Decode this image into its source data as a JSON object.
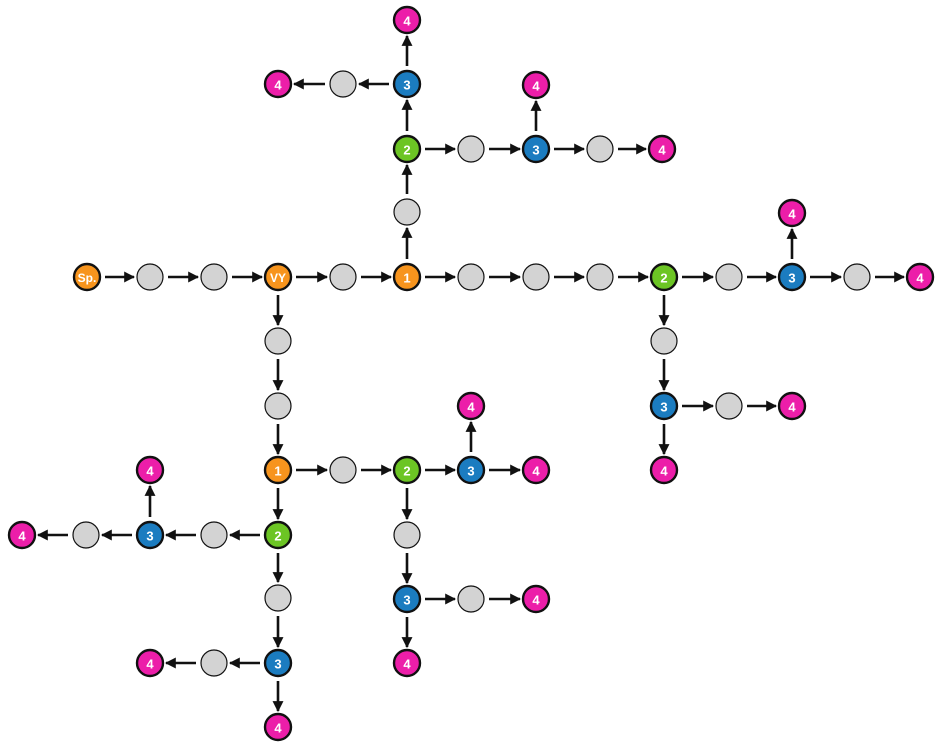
{
  "diagram": {
    "colors": {
      "Sp.": "#f7941d",
      "VY": "#f7941d",
      "1": "#f7941d",
      "2": "#6cc524",
      "3": "#1b7cc0",
      "4": "#ec1ea9",
      "blank": "#d3d3d3",
      "outline": "#111111",
      "arrow": "#111111"
    },
    "nodes": [
      {
        "id": "sp",
        "label": "Sp."
      },
      {
        "id": "a1",
        "label": ""
      },
      {
        "id": "a2",
        "label": ""
      },
      {
        "id": "vy",
        "label": "VY"
      },
      {
        "id": "a3",
        "label": ""
      },
      {
        "id": "n1",
        "label": "1"
      },
      {
        "id": "r1",
        "label": ""
      },
      {
        "id": "r2",
        "label": ""
      },
      {
        "id": "r3",
        "label": ""
      },
      {
        "id": "rn2",
        "label": "2"
      },
      {
        "id": "r4",
        "label": ""
      },
      {
        "id": "rn3",
        "label": "3"
      },
      {
        "id": "r5",
        "label": ""
      },
      {
        "id": "rn4a",
        "label": "4"
      },
      {
        "id": "rn4b",
        "label": "4"
      },
      {
        "id": "r6",
        "label": ""
      },
      {
        "id": "rn3b",
        "label": "3"
      },
      {
        "id": "r7",
        "label": ""
      },
      {
        "id": "rn4c",
        "label": "4"
      },
      {
        "id": "rn4d",
        "label": "4"
      },
      {
        "id": "u1",
        "label": ""
      },
      {
        "id": "un2",
        "label": "2"
      },
      {
        "id": "u2",
        "label": ""
      },
      {
        "id": "un3a",
        "label": "3"
      },
      {
        "id": "u3",
        "label": ""
      },
      {
        "id": "un4a",
        "label": "4"
      },
      {
        "id": "un4b",
        "label": "4"
      },
      {
        "id": "un3b",
        "label": "3"
      },
      {
        "id": "u4",
        "label": ""
      },
      {
        "id": "un4c",
        "label": "4"
      },
      {
        "id": "un4d",
        "label": "4"
      },
      {
        "id": "d1",
        "label": ""
      },
      {
        "id": "d2",
        "label": ""
      },
      {
        "id": "dn1",
        "label": "1"
      },
      {
        "id": "d3",
        "label": ""
      },
      {
        "id": "dn2a",
        "label": "2"
      },
      {
        "id": "dn3a",
        "label": "3"
      },
      {
        "id": "dn4a",
        "label": "4"
      },
      {
        "id": "dn4b",
        "label": "4"
      },
      {
        "id": "d4",
        "label": ""
      },
      {
        "id": "dn3b",
        "label": "3"
      },
      {
        "id": "d5",
        "label": ""
      },
      {
        "id": "dn4c",
        "label": "4"
      },
      {
        "id": "dn4d",
        "label": "4"
      },
      {
        "id": "dn2b",
        "label": "2"
      },
      {
        "id": "d6",
        "label": ""
      },
      {
        "id": "dn3c",
        "label": "3"
      },
      {
        "id": "d7",
        "label": ""
      },
      {
        "id": "dn4e",
        "label": "4"
      },
      {
        "id": "dn4f",
        "label": "4"
      },
      {
        "id": "d8",
        "label": ""
      },
      {
        "id": "dn3d",
        "label": "3"
      },
      {
        "id": "d9",
        "label": ""
      },
      {
        "id": "dn4g",
        "label": "4"
      },
      {
        "id": "dn4h",
        "label": "4"
      }
    ],
    "edges": [
      [
        "sp",
        "a1"
      ],
      [
        "a1",
        "a2"
      ],
      [
        "a2",
        "vy"
      ],
      [
        "vy",
        "a3"
      ],
      [
        "a3",
        "n1"
      ],
      [
        "n1",
        "r1"
      ],
      [
        "r1",
        "r2"
      ],
      [
        "r2",
        "r3"
      ],
      [
        "r3",
        "rn2"
      ],
      [
        "rn2",
        "r4"
      ],
      [
        "r4",
        "rn3"
      ],
      [
        "rn3",
        "r5"
      ],
      [
        "r5",
        "rn4a"
      ],
      [
        "rn3",
        "rn4b"
      ],
      [
        "rn2",
        "r6"
      ],
      [
        "r6",
        "rn3b"
      ],
      [
        "rn3b",
        "r7"
      ],
      [
        "r7",
        "rn4c"
      ],
      [
        "rn3b",
        "rn4d"
      ],
      [
        "n1",
        "u1"
      ],
      [
        "u1",
        "un2"
      ],
      [
        "un2",
        "u2"
      ],
      [
        "u2",
        "un3a"
      ],
      [
        "un3a",
        "u3"
      ],
      [
        "u3",
        "un4a"
      ],
      [
        "un3a",
        "un4b"
      ],
      [
        "un2",
        "un3b"
      ],
      [
        "un3b",
        "u4"
      ],
      [
        "u4",
        "un4c"
      ],
      [
        "un3b",
        "un4d"
      ],
      [
        "vy",
        "d1"
      ],
      [
        "d1",
        "d2"
      ],
      [
        "d2",
        "dn1"
      ],
      [
        "dn1",
        "d3"
      ],
      [
        "d3",
        "dn2a"
      ],
      [
        "dn2a",
        "dn3a"
      ],
      [
        "dn3a",
        "dn4a"
      ],
      [
        "dn3a",
        "dn4b"
      ],
      [
        "dn2a",
        "d4"
      ],
      [
        "d4",
        "dn3b"
      ],
      [
        "dn3b",
        "d5"
      ],
      [
        "d5",
        "dn4c"
      ],
      [
        "dn3b",
        "dn4d"
      ],
      [
        "dn1",
        "dn2b"
      ],
      [
        "dn2b",
        "d6"
      ],
      [
        "d6",
        "dn3c"
      ],
      [
        "dn3c",
        "d7"
      ],
      [
        "d7",
        "dn4e"
      ],
      [
        "dn3c",
        "dn4f"
      ],
      [
        "dn2b",
        "d8"
      ],
      [
        "d8",
        "dn3d"
      ],
      [
        "dn3d",
        "d9"
      ],
      [
        "d9",
        "dn4g"
      ],
      [
        "dn3d",
        "dn4h"
      ]
    ]
  }
}
